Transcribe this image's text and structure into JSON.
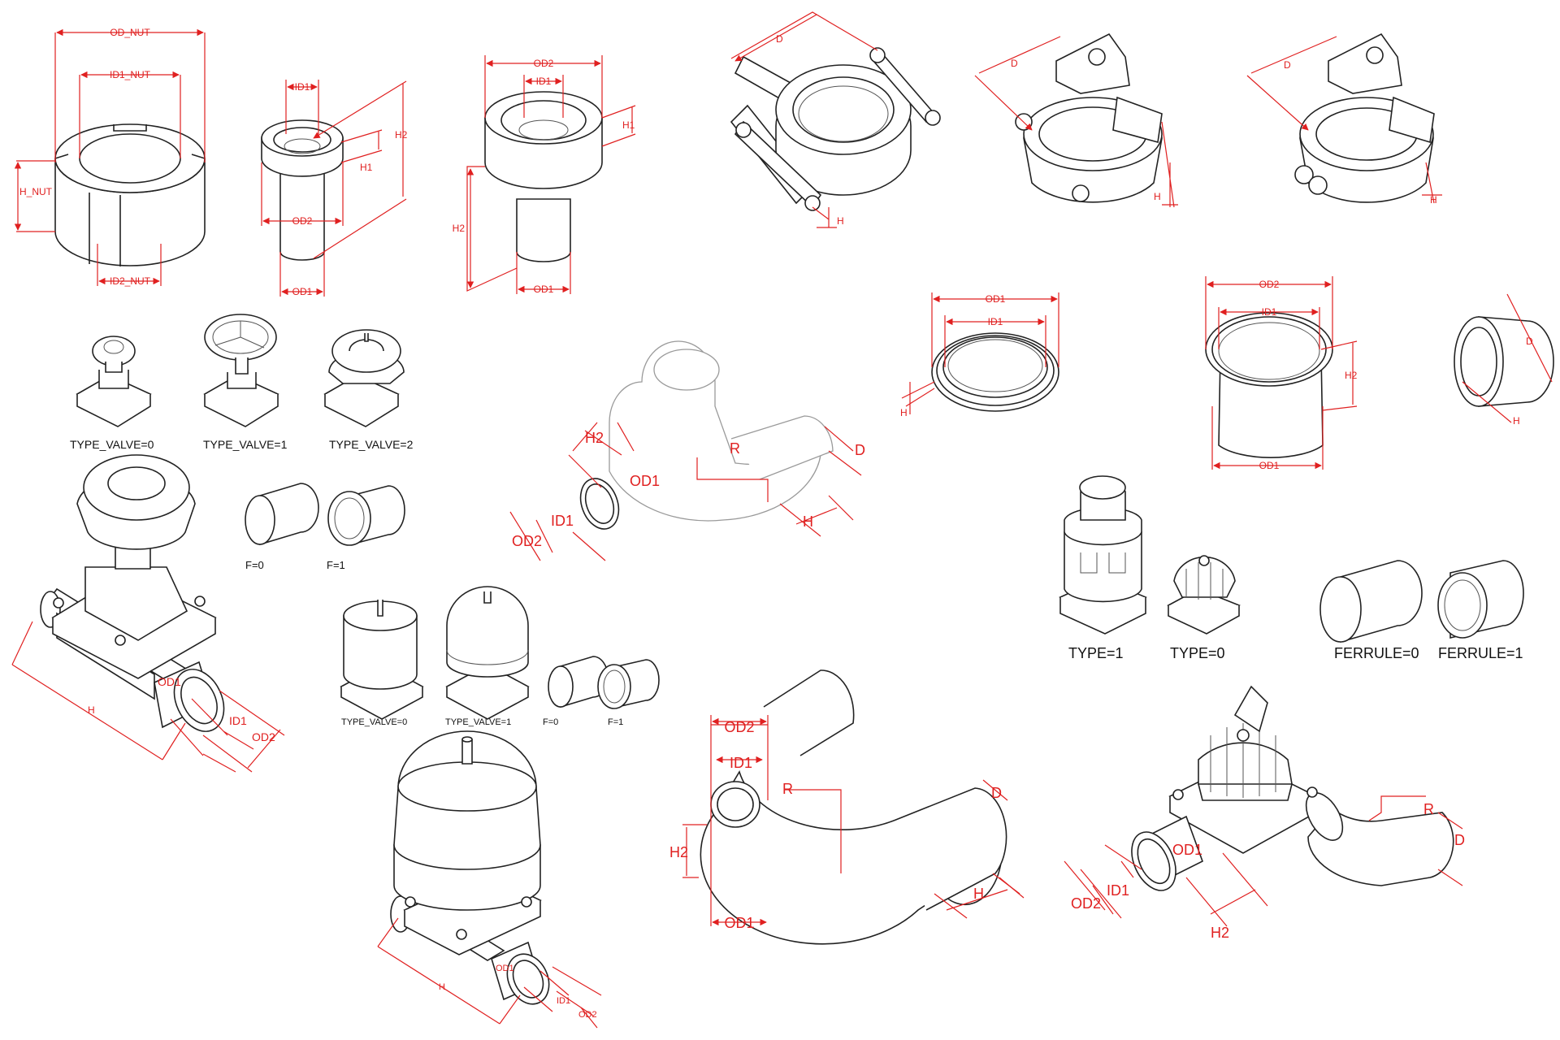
{
  "drawing": {
    "colors": {
      "dimension": "#e02020",
      "linework": "#222222",
      "ghost": "#9a9a9a",
      "background": "#ffffff"
    },
    "dimension_labels": {
      "od_nut": "OD_NUT",
      "id1_nut": "ID1_NUT",
      "h_nut": "H_NUT",
      "id2_nut": "ID2_NUT",
      "ferrule_id1": "ID1",
      "ferrule_h2": "H2",
      "ferrule_h1": "H1",
      "ferrule_od2": "OD2",
      "ferrule_od1": "OD1",
      "reducer_od2": "OD2",
      "reducer_id1": "ID1",
      "reducer_h1": "H1",
      "reducer_h2": "H2",
      "reducer_od1": "OD1",
      "clamp1_d": "D",
      "clamp1_h": "H",
      "clamp2_d": "D",
      "clamp2_h": "H",
      "clamp3_d": "D",
      "clamp3_h": "H",
      "gasket_od1": "OD1",
      "gasket_id1": "ID1",
      "gasket_h": "H",
      "ferrule2_od2": "OD2",
      "ferrule2_id1": "ID1",
      "ferrule2_h2": "H2",
      "ferrule2_od1": "OD1",
      "cap_d": "D",
      "cap_h": "H",
      "ubend1_h2": "H2",
      "ubend1_r": "R",
      "ubend1_d": "D",
      "ubend1_od1": "OD1",
      "ubend1_id1": "ID1",
      "ubend1_od2": "OD2",
      "ubend1_h": "H",
      "valve1_od1": "OD1",
      "valve1_id1": "ID1",
      "valve1_od2": "OD2",
      "valve1_h": "H",
      "valve2_od1": "OD1",
      "valve2_id1": "ID1",
      "valve2_od2": "OD2",
      "valve2_h": "H",
      "ubend2_od2": "OD2",
      "ubend2_id1": "ID1",
      "ubend2_r": "R",
      "ubend2_d": "D",
      "ubend2_h2": "H2",
      "ubend2_od1": "OD1",
      "ubend2_h": "H",
      "valve3_r": "R",
      "valve3_d": "D",
      "valve3_od1": "OD1",
      "valve3_id1": "ID1",
      "valve3_od2": "OD2",
      "valve3_h2": "H2"
    },
    "captions": {
      "type_valve_0_a": "TYPE_VALVE=0",
      "type_valve_1_a": "TYPE_VALVE=1",
      "type_valve_2_a": "TYPE_VALVE=2",
      "f0_a": "F=0",
      "f1_a": "F=1",
      "type_valve_0_b": "TYPE_VALVE=0",
      "type_valve_1_b": "TYPE_VALVE=1",
      "f0_b": "F=0",
      "f1_b": "F=1",
      "type_1": "TYPE=1",
      "type_0": "TYPE=0",
      "ferrule_0": "FERRULE=0",
      "ferrule_1": "FERRULE=1"
    }
  }
}
